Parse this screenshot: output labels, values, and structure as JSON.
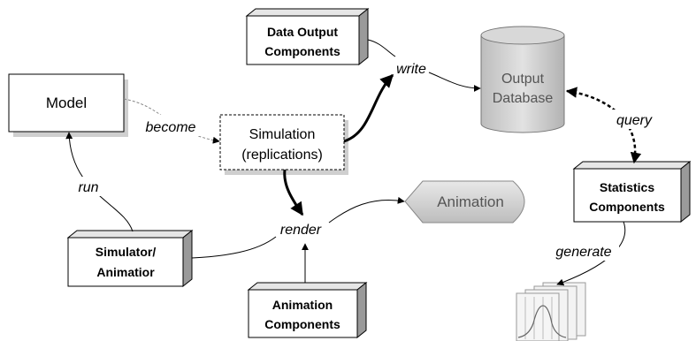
{
  "model": {
    "label": "Model"
  },
  "simulation": {
    "line1": "Simulation",
    "line2": "(replications)"
  },
  "data_output": {
    "line1": "Data Output",
    "line2": "Components"
  },
  "output_db": {
    "line1": "Output",
    "line2": "Database"
  },
  "statistics": {
    "line1": "Statistics",
    "line2": "Components"
  },
  "simulator": {
    "line1": "Simulator/",
    "line2": "Animatior"
  },
  "animation_components": {
    "line1": "Animation",
    "line2": "Components"
  },
  "animation": {
    "label": "Animation"
  },
  "edges": {
    "become": "become",
    "write": "write",
    "query": "query",
    "run": "run",
    "render": "render",
    "generate": "generate"
  },
  "colors": {
    "box_top": "#e6e6e6",
    "box_side": "#9a9a9a",
    "shadow": "#cfcfcf",
    "db_fill": "#c9c9c9",
    "text_gray": "#555555",
    "stroke": "#000000"
  }
}
